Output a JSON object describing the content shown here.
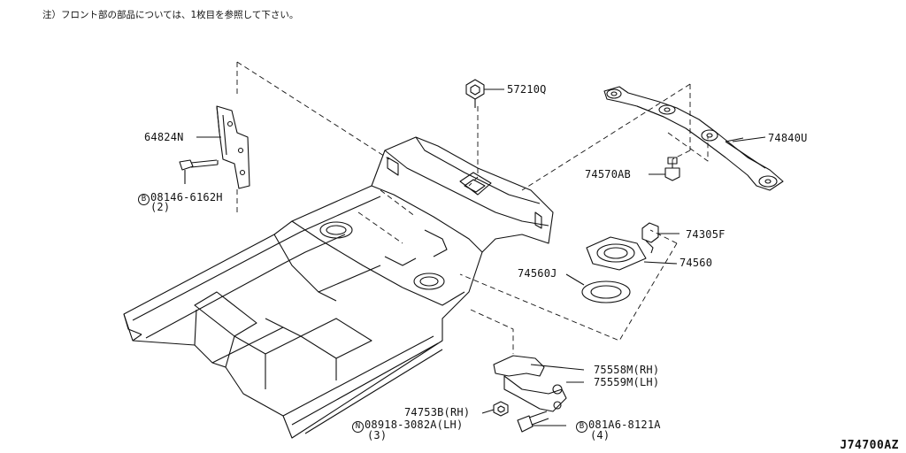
{
  "note": "注）フロント部の部品については、1枚目を参照して下さい。",
  "diagram_code": "J74700AZ",
  "parts": {
    "p64824N": "64824N",
    "p08146_symbol": "B",
    "p08146": "08146-6162H",
    "p08146_qty": "(2)",
    "p57210Q": "57210Q",
    "p74840U": "74840U",
    "p74570AB": "74570AB",
    "p74305F": "74305F",
    "p74560J": "74560J",
    "p74560": "74560",
    "p75558M": "75558M(RH)",
    "p75559M": "75559M(LH)",
    "p74753B": "74753B(RH)",
    "p08918_symbol": "N",
    "p08918": "08918-3082A(LH)",
    "p08918_qty": "(3)",
    "p081A6_symbol": "B",
    "p081A6": "081A6-8121A",
    "p081A6_qty": "(4)"
  }
}
